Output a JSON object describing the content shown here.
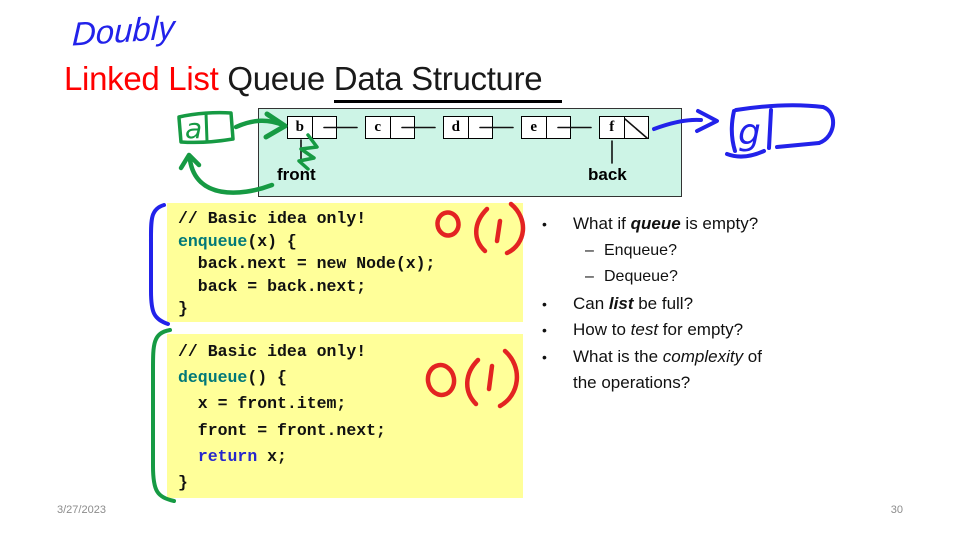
{
  "slide": {
    "handwritten_title": "Doubly",
    "title": {
      "part_red": "Linked List",
      "part_plain": " Queue ",
      "part_underlined": "Data Structure"
    },
    "footer": {
      "date": "3/27/2023",
      "page_number": "30"
    }
  },
  "colors": {
    "title_red": "#ff0000",
    "diagram_fill": "#cdf4e6",
    "code_background": "#ffff99",
    "keyword_teal": "#007878",
    "return_blue": "#2626cc",
    "ink_green": "#169a43",
    "ink_blue": "#2222ea",
    "ink_red": "#e32322",
    "footer_gray": "#8c8c8c"
  },
  "diagram": {
    "nodes": [
      "b",
      "c",
      "d",
      "e",
      "f"
    ],
    "front_label": "front",
    "back_label": "back",
    "handwritten_left_node": "a",
    "handwritten_right_node": "g"
  },
  "code_blocks": [
    {
      "complexity": "O(1)",
      "lines": [
        [
          {
            "s": "plain",
            "t": "// Basic idea only!"
          }
        ],
        [
          {
            "s": "kw",
            "t": "enqueue"
          },
          {
            "s": "plain",
            "t": "(x) {"
          }
        ],
        [
          {
            "s": "plain",
            "t": "  back.next = new Node(x);"
          }
        ],
        [
          {
            "s": "plain",
            "t": "  back = back.next;"
          }
        ],
        [
          {
            "s": "plain",
            "t": "}"
          }
        ]
      ]
    },
    {
      "complexity": "O(1)",
      "lines": [
        [
          {
            "s": "plain",
            "t": "// Basic idea only!"
          }
        ],
        [
          {
            "s": "kw",
            "t": "dequeue"
          },
          {
            "s": "plain",
            "t": "() {"
          }
        ],
        [
          {
            "s": "plain",
            "t": "  x = front.item;"
          }
        ],
        [
          {
            "s": "plain",
            "t": "  front = front.next;"
          }
        ],
        [
          {
            "s": "plain",
            "t": "  "
          },
          {
            "s": "ret",
            "t": "return"
          },
          {
            "s": "plain",
            "t": " x;"
          }
        ],
        [
          {
            "s": "plain",
            "t": "}"
          }
        ]
      ]
    }
  ],
  "bullets": {
    "marker_l1": "•",
    "marker_l2": "–",
    "items": [
      {
        "level": 1,
        "segments": [
          {
            "t": "What if "
          },
          {
            "t": "queue",
            "style": "bi"
          },
          {
            "t": " is empty?"
          }
        ]
      },
      {
        "level": 2,
        "segments": [
          {
            "t": "Enqueue?"
          }
        ]
      },
      {
        "level": 2,
        "segments": [
          {
            "t": "Dequeue?"
          }
        ]
      },
      {
        "level": 1,
        "segments": [
          {
            "t": "Can "
          },
          {
            "t": "list",
            "style": "bi"
          },
          {
            "t": " be full?"
          }
        ]
      },
      {
        "level": 1,
        "segments": [
          {
            "t": "How to "
          },
          {
            "t": "test",
            "style": "i"
          },
          {
            "t": " for empty?"
          }
        ]
      },
      {
        "level": 1,
        "segments": [
          {
            "t": "What is the "
          },
          {
            "t": "complexity",
            "style": "i"
          },
          {
            "t": " of the operations?"
          }
        ]
      }
    ]
  }
}
